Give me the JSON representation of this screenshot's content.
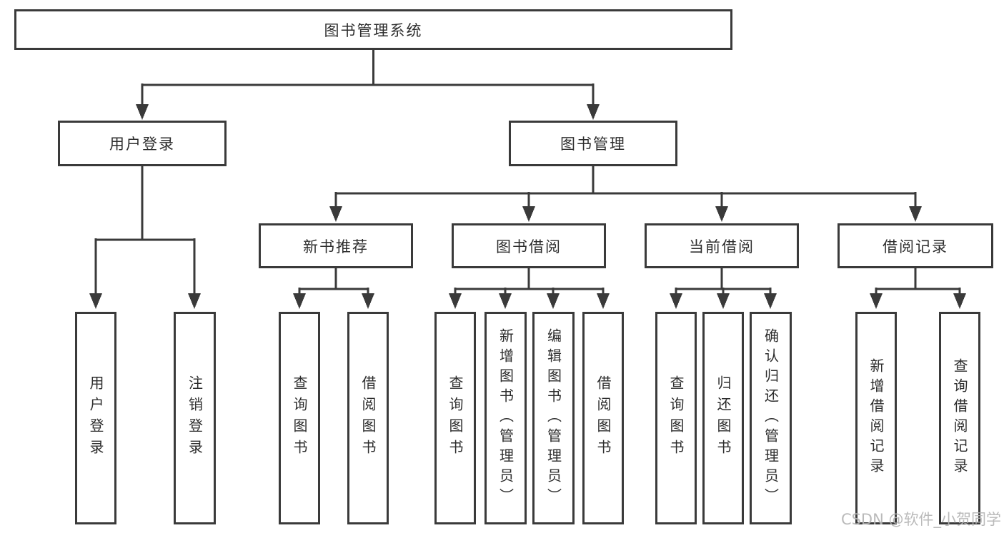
{
  "watermark": "CSDN @软件_小贺同学",
  "colors": {
    "line": "#3a3a3a",
    "text": "#2d2d2d",
    "watermark": "#b5b5b5",
    "background": "#ffffff"
  },
  "tree": {
    "label": "图书管理系统",
    "children": [
      {
        "label": "用户登录",
        "children": [
          {
            "label": "用户登录"
          },
          {
            "label": "注销登录"
          }
        ]
      },
      {
        "label": "图书管理",
        "children": [
          {
            "label": "新书推荐",
            "children": [
              {
                "label": "查询图书"
              },
              {
                "label": "借阅图书"
              }
            ]
          },
          {
            "label": "图书借阅",
            "children": [
              {
                "label": "查询图书"
              },
              {
                "label": "新增图书（管理员）"
              },
              {
                "label": "编辑图书（管理员）"
              },
              {
                "label": "借阅图书"
              }
            ]
          },
          {
            "label": "当前借阅",
            "children": [
              {
                "label": "查询图书"
              },
              {
                "label": "归还图书"
              },
              {
                "label": "确认归还（管理员）"
              }
            ]
          },
          {
            "label": "借阅记录",
            "children": [
              {
                "label": "新增借阅记录"
              },
              {
                "label": "查询借阅记录"
              }
            ]
          }
        ]
      }
    ]
  }
}
